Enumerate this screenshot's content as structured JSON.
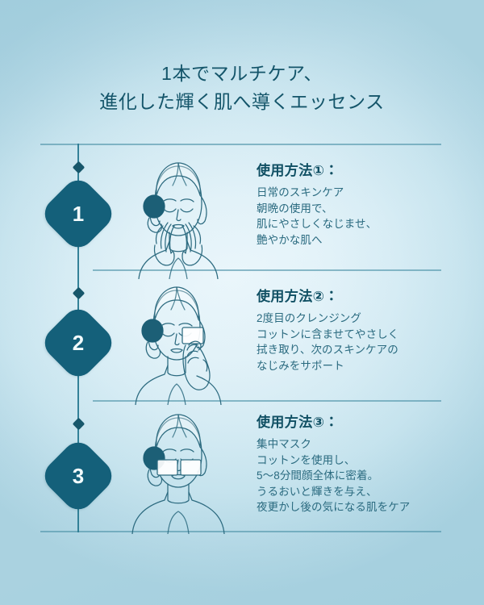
{
  "headline": {
    "line1": "1本でマルチケア、",
    "line2": "進化した輝く肌へ導くエッセンス"
  },
  "steps": [
    {
      "badge": "1",
      "heading": "使用方法①：",
      "body": "日常のスキンケア\n朝晩の使用で、\n肌にやさしくなじませ、\n艶やかな肌へ",
      "illustration": "woman-both-hands-on-cheeks"
    },
    {
      "badge": "2",
      "heading": "使用方法②：",
      "body": "2度目のクレンジング\nコットンに含ませてやさしく\n拭き取り、次のスキンケアの\nなじみをサポート",
      "illustration": "woman-wiping-cheek-with-cotton-pad"
    },
    {
      "badge": "3",
      "heading": "使用方法③：",
      "body": "集中マスク\nコットンを使用し、\n5〜8分間顔全体に密着。\nうるおいと輝きを与え、\n夜更かし後の気になる肌をケア",
      "illustration": "woman-with-cotton-pads-on-both-cheeks"
    }
  ],
  "colors": {
    "background_light": "#eaf6fb",
    "background_edge": "#aad2e0",
    "headline_text": "#14556a",
    "heading_text": "#0f4f63",
    "body_text": "#2b6b80",
    "badge_fill": "#14607a",
    "badge_number": "#f2fbfd",
    "rail_line": "#2b7b92",
    "separator": "#4e93a8",
    "illustration_stroke": "#2d6b80",
    "hair_fill": "#1c5f76"
  }
}
